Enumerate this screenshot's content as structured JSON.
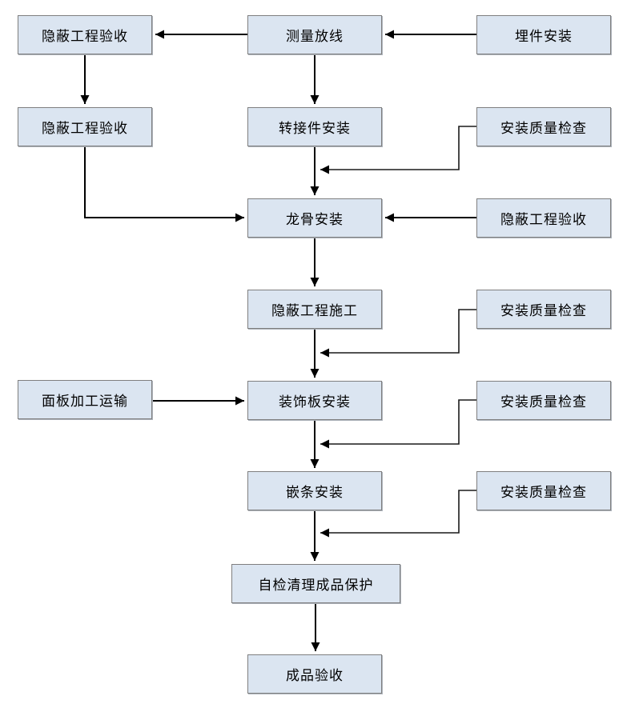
{
  "diagram": {
    "colors": {
      "box_fill": "#dbe5f1",
      "box_border": "#7f7f7f",
      "arrow": "#000000",
      "background": "#ffffff"
    },
    "nodes": [
      {
        "id": "hidden-works-acceptance-1",
        "label": "隐蔽工程验收"
      },
      {
        "id": "measure-layout",
        "label": "测量放线"
      },
      {
        "id": "embed-parts-install",
        "label": "埋件安装"
      },
      {
        "id": "hidden-works-acceptance-2",
        "label": "隐蔽工程验收"
      },
      {
        "id": "adapter-install",
        "label": "转接件安装"
      },
      {
        "id": "install-quality-check-1",
        "label": "安装质量检查"
      },
      {
        "id": "keel-install",
        "label": "龙骨安装"
      },
      {
        "id": "hidden-works-acceptance-3",
        "label": "隐蔽工程验收"
      },
      {
        "id": "hidden-works-construction",
        "label": "隐蔽工程施工"
      },
      {
        "id": "install-quality-check-2",
        "label": "安装质量检查"
      },
      {
        "id": "panel-processing-transport",
        "label": "面板加工运输"
      },
      {
        "id": "decorative-panel-install",
        "label": "装饰板安装"
      },
      {
        "id": "install-quality-check-3",
        "label": "安装质量检查"
      },
      {
        "id": "trim-strip-install",
        "label": "嵌条安装"
      },
      {
        "id": "install-quality-check-4",
        "label": "安装质量检查"
      },
      {
        "id": "self-check-cleanup-protection",
        "label": "自检清理成品保护"
      },
      {
        "id": "finished-product-acceptance",
        "label": "成品验收"
      }
    ],
    "edges": [
      {
        "from": "embed-parts-install",
        "to": "measure-layout"
      },
      {
        "from": "measure-layout",
        "to": "hidden-works-acceptance-1"
      },
      {
        "from": "hidden-works-acceptance-1",
        "to": "hidden-works-acceptance-2"
      },
      {
        "from": "measure-layout",
        "to": "adapter-install"
      },
      {
        "from": "adapter-install",
        "to": "keel-install"
      },
      {
        "from": "install-quality-check-1",
        "to": "keel-install"
      },
      {
        "from": "hidden-works-acceptance-2",
        "to": "keel-install"
      },
      {
        "from": "hidden-works-acceptance-3",
        "to": "keel-install"
      },
      {
        "from": "keel-install",
        "to": "hidden-works-construction"
      },
      {
        "from": "install-quality-check-2",
        "to": "decorative-panel-install"
      },
      {
        "from": "hidden-works-construction",
        "to": "decorative-panel-install"
      },
      {
        "from": "panel-processing-transport",
        "to": "decorative-panel-install"
      },
      {
        "from": "install-quality-check-3",
        "to": "trim-strip-install"
      },
      {
        "from": "decorative-panel-install",
        "to": "trim-strip-install"
      },
      {
        "from": "install-quality-check-4",
        "to": "self-check-cleanup-protection"
      },
      {
        "from": "trim-strip-install",
        "to": "self-check-cleanup-protection"
      },
      {
        "from": "self-check-cleanup-protection",
        "to": "finished-product-acceptance"
      }
    ]
  }
}
